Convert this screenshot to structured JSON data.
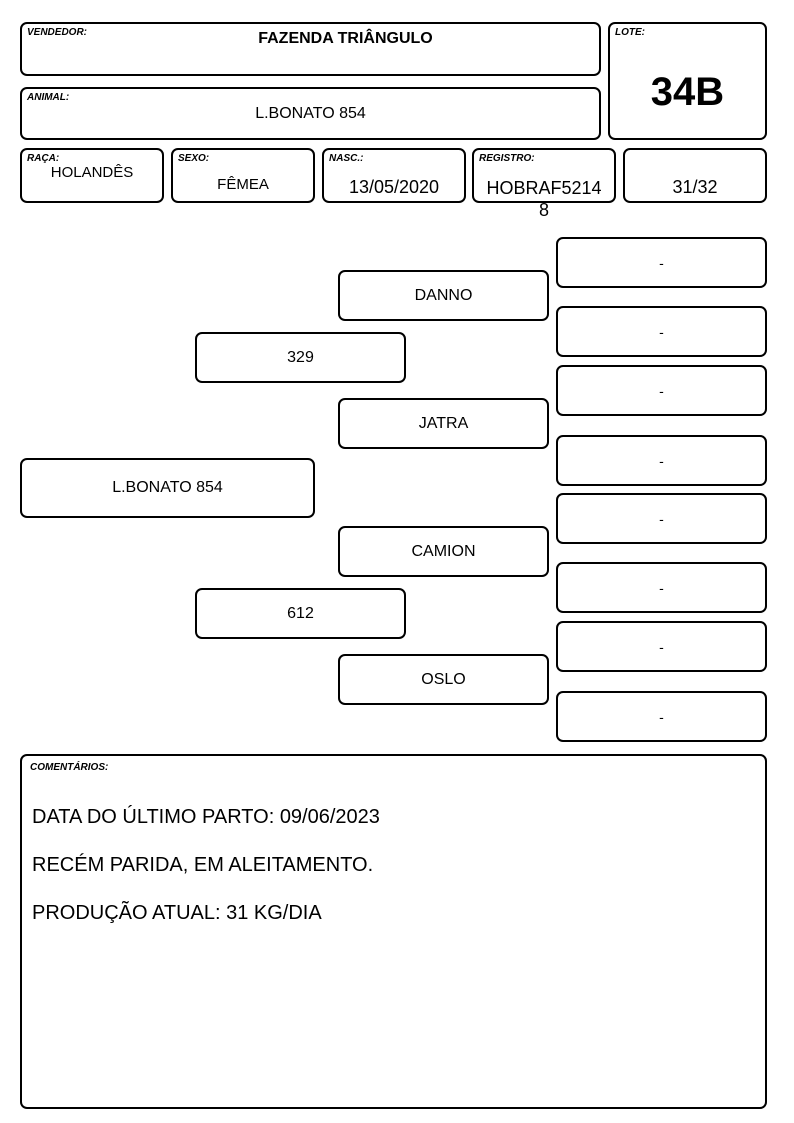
{
  "header": {
    "seller": {
      "label": "VENDEDOR:",
      "value": "FAZENDA TRIÂNGULO"
    },
    "lot": {
      "label": "LOTE:",
      "value": "34B"
    },
    "animal": {
      "label": "ANIMAL:",
      "value": "L.BONATO 854"
    }
  },
  "details": {
    "breed": {
      "label": "RAÇA:",
      "value": "HOLANDÊS"
    },
    "sex": {
      "label": "SEXO:",
      "value": "FÊMEA"
    },
    "birth": {
      "label": "NASC.:",
      "value": "13/05/2020"
    },
    "registry": {
      "label": "REGISTRO:",
      "value": "HOBRAF5214\n8"
    },
    "grade": {
      "value": "31/32"
    }
  },
  "pedigree": {
    "animal": "L.BONATO 854",
    "parents": [
      "329",
      "612"
    ],
    "grandparents": [
      "DANNO",
      "JATRA",
      "CAMION",
      "OSLO"
    ],
    "great_grandparents": [
      "-",
      "-",
      "-",
      "-",
      "-",
      "-",
      "-",
      "-"
    ]
  },
  "comments": {
    "label": "COMENTÁRIOS:",
    "lines": [
      "DATA DO ÚLTIMO PARTO: 09/06/2023",
      "RECÉM PARIDA, EM ALEITAMENTO.",
      "PRODUÇÃO ATUAL: 31 KG/DIA"
    ]
  }
}
